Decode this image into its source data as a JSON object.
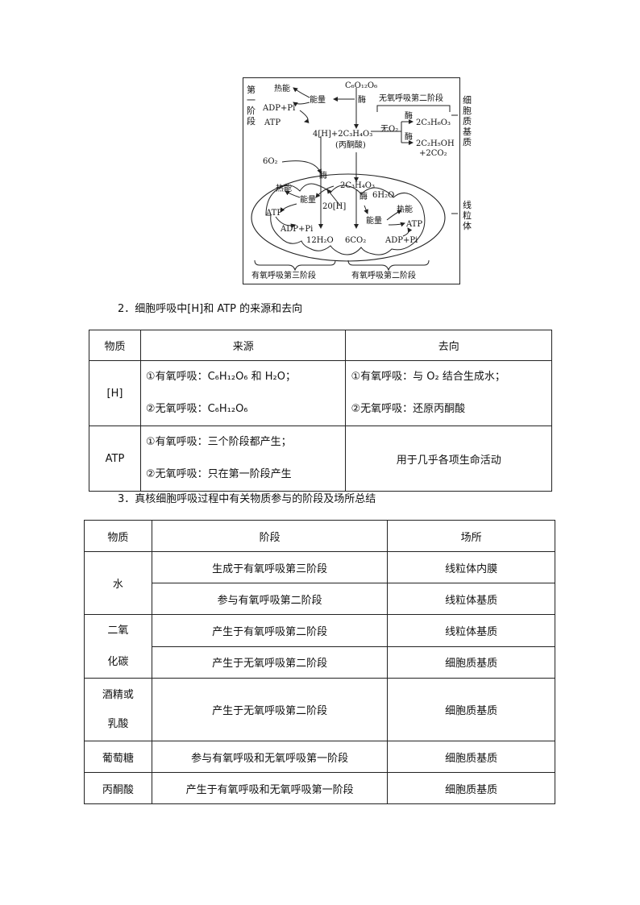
{
  "diagram": {
    "glucose": "C₆O₁₂O₆",
    "heat": "热能",
    "energy": "能量",
    "adp_pi": "ADP+Pi",
    "atp": "ATP",
    "enzyme": "酶",
    "first_stage_label": "第一阶段",
    "anaerobic_second_stage": "无氧呼吸第二阶段",
    "no_o2": "无O₂",
    "lactic": "2C₃H₆O₃",
    "ethanol": "2C₂H₅OH",
    "co2_2": "+2CO₂",
    "cytoplasm_label": "细胞质基质",
    "h_pyruvate": "4[H]+2C₃H₄O₃",
    "pyruvate_name": "(丙酮酸)",
    "o2_6": "6O₂",
    "pyruvate": "2C₃H₄O₃",
    "h2o_6": "6H₂O",
    "h20": "20[H]",
    "h2o_12": "12H₂O",
    "co2_6": "6CO₂",
    "mito_label": "线粒体",
    "aerobic_third_stage": "有氧呼吸第三阶段",
    "aerobic_second_stage": "有氧呼吸第二阶段"
  },
  "section2": {
    "title": "2．细胞呼吸中[H]和 ATP 的来源和去向",
    "headers": [
      "物质",
      "来源",
      "去向"
    ],
    "rows": [
      {
        "substance": "[H]",
        "source": [
          "①有氧呼吸：C₆H₁₂O₆ 和 H₂O；",
          "②无氧呼吸：C₆H₁₂O₆"
        ],
        "fate": [
          "①有氧呼吸：与 O₂ 结合生成水；",
          "②无氧呼吸：还原丙酮酸"
        ]
      },
      {
        "substance": "ATP",
        "source": [
          "①有氧呼吸：三个阶段都产生；",
          "②无氧呼吸：只在第一阶段产生"
        ],
        "fate": [
          "用于几乎各项生命活动"
        ]
      }
    ]
  },
  "section3": {
    "title": "3．真核细胞呼吸过程中有关物质参与的阶段及场所总结",
    "headers": [
      "物质",
      "阶段",
      "场所"
    ],
    "water": "水",
    "co2": [
      "二氧",
      "化碳"
    ],
    "alcohol": [
      "酒精或",
      "乳酸"
    ],
    "glucose": "葡萄糖",
    "pyruvate": "丙酮酸",
    "rows": [
      {
        "stage": "生成于有氧呼吸第三阶段",
        "place": "线粒体内膜"
      },
      {
        "stage": "参与有氧呼吸第二阶段",
        "place": "线粒体基质"
      },
      {
        "stage": "产生于有氧呼吸第二阶段",
        "place": "线粒体基质"
      },
      {
        "stage": "产生于无氧呼吸第二阶段",
        "place": "细胞质基质"
      },
      {
        "stage": "产生于无氧呼吸第二阶段",
        "place": "细胞质基质"
      },
      {
        "stage": "参与有氧呼吸和无氧呼吸第一阶段",
        "place": "细胞质基质"
      },
      {
        "stage": "产生于有氧呼吸和无氧呼吸第一阶段",
        "place": "细胞质基质"
      }
    ]
  }
}
